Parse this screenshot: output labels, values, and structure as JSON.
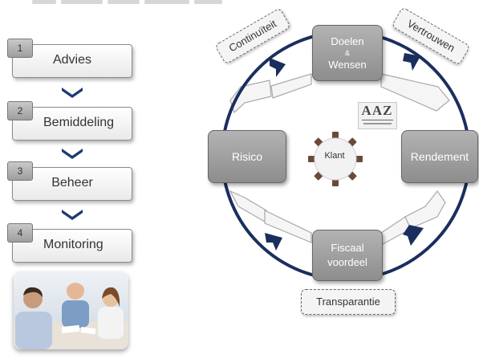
{
  "steps": [
    {
      "number": "1",
      "label": "Advies"
    },
    {
      "number": "2",
      "label": "Bemiddeling"
    },
    {
      "number": "3",
      "label": "Beheer"
    },
    {
      "number": "4",
      "label": "Monitoring"
    }
  ],
  "photo": {
    "description_icon": "meeting-photo"
  },
  "cycle": {
    "nodes": {
      "top_line1": "Doelen",
      "top_amp": "&",
      "top_line2": "Wensen",
      "left": "Risico",
      "right": "Rendement",
      "bottom_line1": "Fiscaal",
      "bottom_line2": "voordeel"
    },
    "center": "Klant",
    "tags": {
      "top_left": "Continuïteit",
      "top_right": "Vertrouwen",
      "bottom": "Transparantie"
    },
    "logo": "AAZ"
  },
  "colors": {
    "ring": "#1b2f5e",
    "node": "#9e9e9e",
    "chevron": "#1b2f5e"
  }
}
